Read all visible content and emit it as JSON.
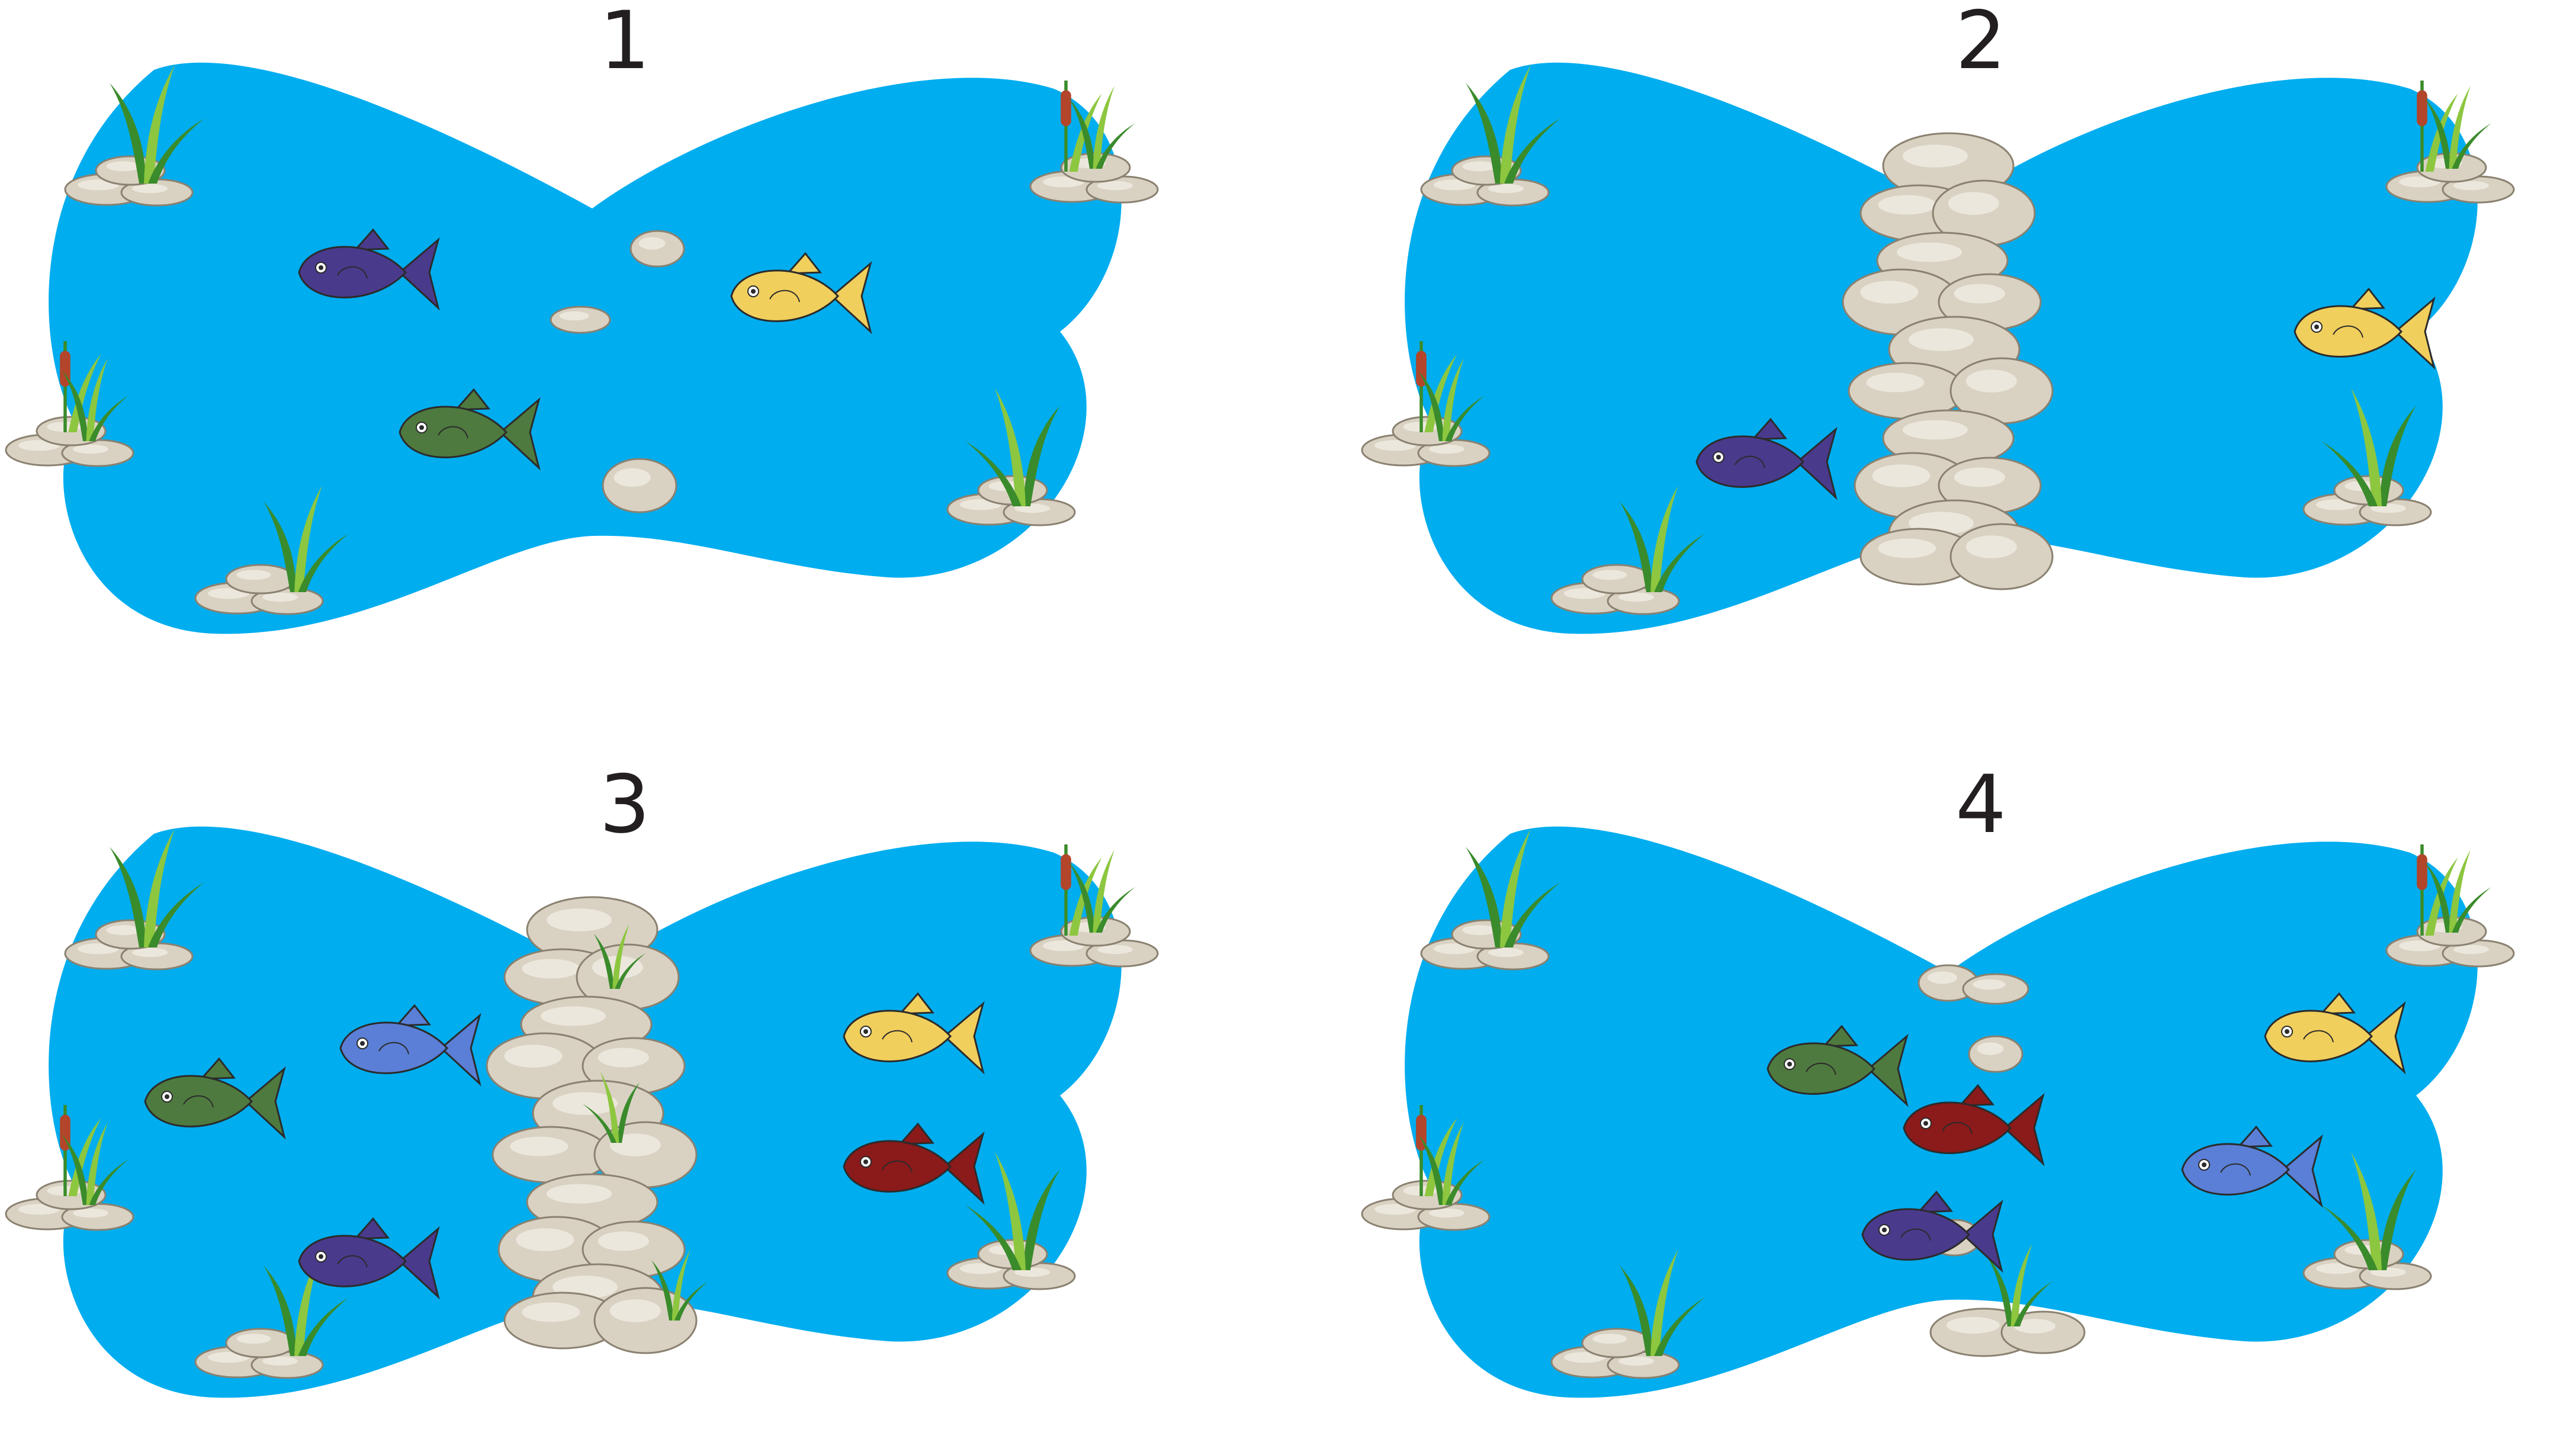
{
  "colors": {
    "water": "#00adef",
    "rock_fill": "#d9d2c3",
    "rock_light": "#ece7dc",
    "rock_stroke": "#8a8170",
    "grass_dark": "#3a8b2b",
    "grass_light": "#8dc63f",
    "cattail": "#b2452a",
    "outline": "#2b2b2b"
  },
  "panels": [
    {
      "number": "1",
      "barrier": "none",
      "fish": [
        {
          "color_name": "purple",
          "color": "#4a3a8c"
        },
        {
          "color_name": "yellow",
          "color": "#f1cf5c"
        },
        {
          "color_name": "green",
          "color": "#4f7a3f"
        }
      ]
    },
    {
      "number": "2",
      "barrier": "rock-wall",
      "fish": [
        {
          "color_name": "yellow",
          "color": "#f1cf5c"
        },
        {
          "color_name": "purple",
          "color": "#4a3a8c"
        }
      ]
    },
    {
      "number": "3",
      "barrier": "rock-wall-with-plants",
      "fish": [
        {
          "color_name": "green",
          "color": "#4f7a3f"
        },
        {
          "color_name": "blue",
          "color": "#5b7fd6"
        },
        {
          "color_name": "purple",
          "color": "#4a3a8c"
        },
        {
          "color_name": "yellow",
          "color": "#f1cf5c"
        },
        {
          "color_name": "red",
          "color": "#8b1a1a"
        }
      ]
    },
    {
      "number": "4",
      "barrier": "scattered-rocks",
      "fish": [
        {
          "color_name": "green",
          "color": "#4f7a3f"
        },
        {
          "color_name": "red",
          "color": "#8b1a1a"
        },
        {
          "color_name": "yellow",
          "color": "#f1cf5c"
        },
        {
          "color_name": "purple",
          "color": "#4a3a8c"
        },
        {
          "color_name": "blue",
          "color": "#5b7fd6"
        }
      ]
    }
  ]
}
